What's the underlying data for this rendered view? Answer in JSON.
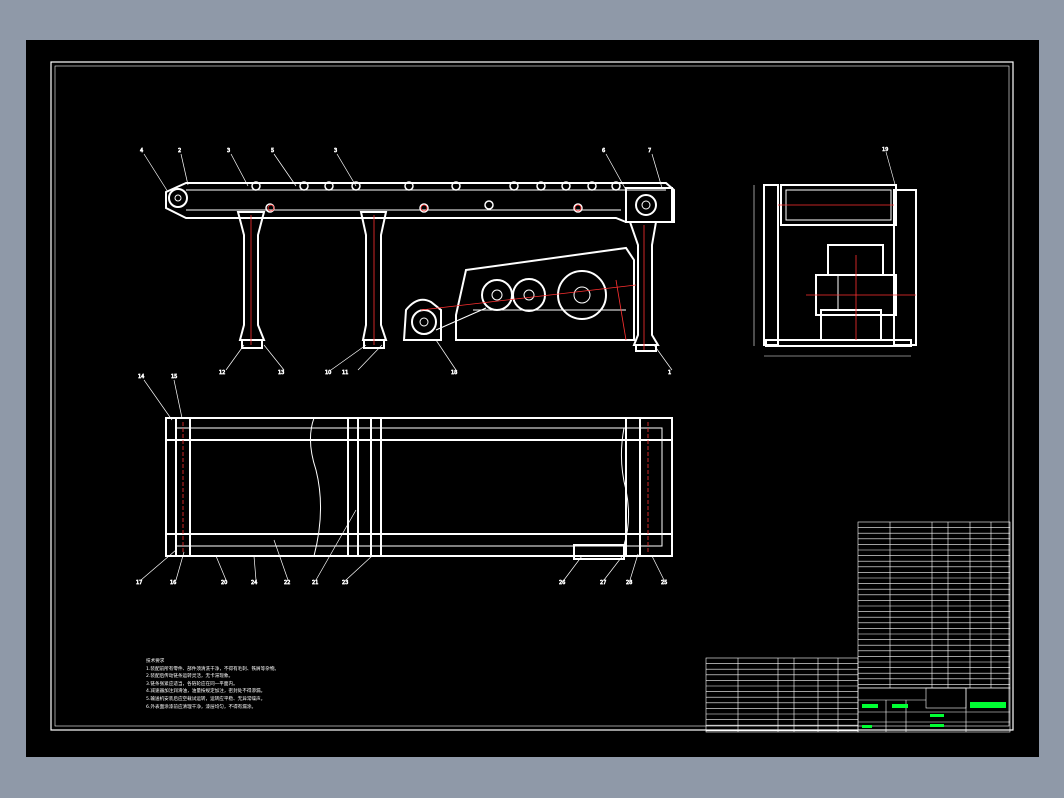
{
  "app": {
    "name": "CAD drawing viewer",
    "background_color": "#8f99a8",
    "canvas_color": "#000000"
  },
  "drawing": {
    "title": "",
    "stroke_color": "#ffffff",
    "centerline_color": "#ff3030",
    "highlight_color": "#00ff33",
    "views": [
      "front-elevation",
      "side-elevation",
      "top-plan"
    ],
    "technical_notes": {
      "heading": "技术要求",
      "lines": [
        "1.装配前所有零件、部件须清洗干净，不得有毛刺、铁屑等杂物。",
        "2.装配后传动链条运转灵活，无卡滞现象。",
        "3.链条张紧应适当，各链轮应在同一平面内。",
        "4.减速器加注润滑油，油量按规定加注，密封处不得渗漏。",
        "5.输送机安装后应空载试运转，运转应平稳、无异常噪声。",
        "6.外表面涂漆前应清理干净，漆层均匀，不得有漏涂。"
      ]
    },
    "title_block": {
      "name": "链板输送机"
    }
  }
}
